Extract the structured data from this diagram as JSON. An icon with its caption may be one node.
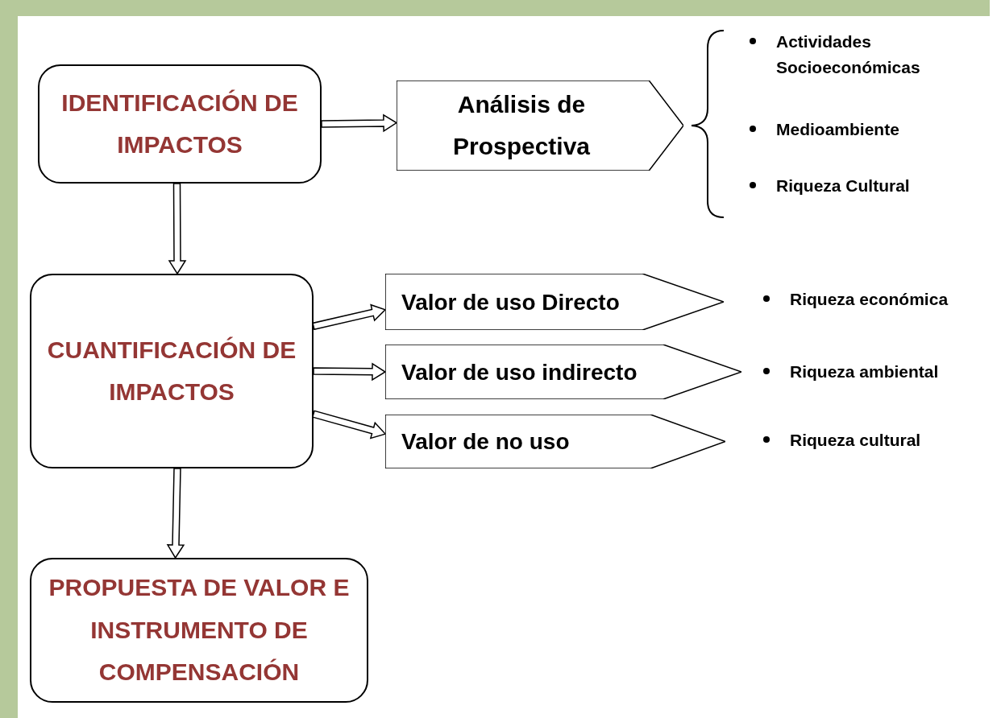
{
  "diagram": {
    "nodes": [
      {
        "text": [
          "IDENTIFICACIÓN DE IMPACTOS"
        ]
      },
      {
        "text": [
          "Análisis de Prospectiva"
        ]
      },
      {
        "text": [
          "CUANTIFICACIÓN DE IMPACTOS"
        ]
      },
      {
        "text": [
          "Valor de uso Directo"
        ]
      },
      {
        "text": [
          "Valor de uso indirecto"
        ]
      },
      {
        "text": [
          "Valor de no uso"
        ]
      },
      {
        "text": [
          "PROPUESTA DE VALOR E INSTRUMENTO DE COMPENSACIÓN"
        ]
      }
    ],
    "edges": [
      {
        "from": 0,
        "to": 1,
        "arrow": "to"
      },
      {
        "from": 0,
        "to": 2,
        "arrow": "to"
      },
      {
        "from": 2,
        "to": 3,
        "arrow": "to"
      },
      {
        "from": 2,
        "to": 4,
        "arrow": "to"
      },
      {
        "from": 2,
        "to": 5,
        "arrow": "to"
      },
      {
        "from": 2,
        "to": 6,
        "arrow": "to"
      }
    ],
    "labels": [
      "Actividades Socioeconómicas",
      "Medioambiente",
      "Riqueza Cultural",
      "Riqueza económica",
      "Riqueza ambiental",
      "Riqueza cultural"
    ]
  }
}
